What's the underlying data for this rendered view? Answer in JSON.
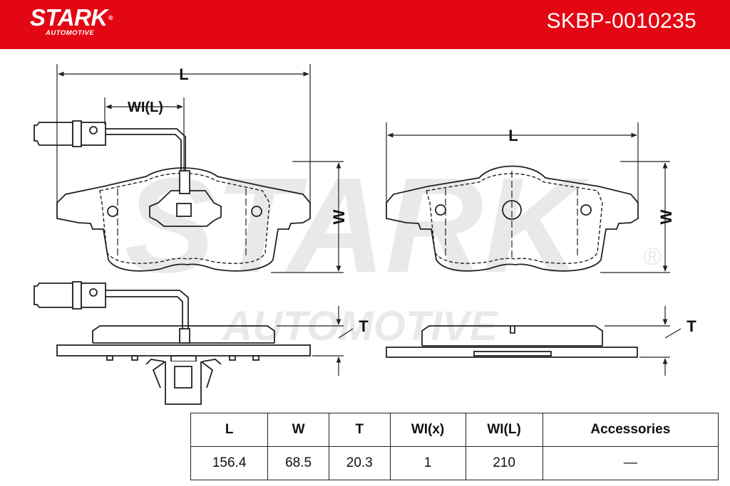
{
  "header": {
    "brand": "STARK",
    "brand_sub": "AUTOMOTIVE",
    "reg_mark": "®",
    "part_number": "SKBP-0010235",
    "color": "#e30613"
  },
  "watermark": {
    "text_large": "STARK",
    "text_small": "AUTOMOTIVE",
    "reg_mark": "®"
  },
  "dimension_labels": {
    "left_length": "L",
    "left_wear_length": "WI(L)",
    "left_width": "W",
    "left_thickness": "T",
    "right_length": "L",
    "right_width": "W",
    "right_thickness": "T"
  },
  "spec_table": {
    "headers": [
      "L",
      "W",
      "T",
      "WI(x)",
      "WI(L)",
      "Accessories"
    ],
    "values": [
      "156.4",
      "68.5",
      "20.3",
      "1",
      "210",
      "—"
    ]
  }
}
